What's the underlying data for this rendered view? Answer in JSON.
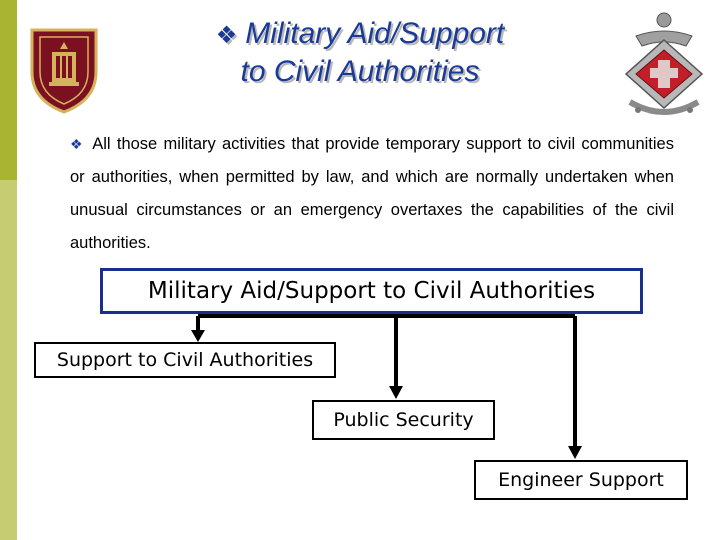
{
  "title": {
    "bullet_icon": "diamond-bullet-icon",
    "line1": "Military Aid/Support",
    "line2": "to Civil Authorities",
    "color": "#1a3a99"
  },
  "logos": {
    "left": "shield-insignia-icon",
    "right": "regimental-badge-icon"
  },
  "description": {
    "bullet_icon": "diamond-bullet-icon",
    "text": "All those military activities that provide temporary support to civil communities or authorities, when permitted by law, and which are normally undertaken when unusual circumstances or an emergency overtaxes the capabilities of the civil authorities."
  },
  "diagram": {
    "root": "Military Aid/Support to Civil Authorities",
    "children": [
      "Support to Civil Authorities",
      "Public Security",
      "Engineer Support"
    ]
  },
  "colors": {
    "accent_stripe_dark": "#a8b432",
    "accent_stripe_light": "#c6cc72",
    "root_border": "#1a2f8c"
  }
}
